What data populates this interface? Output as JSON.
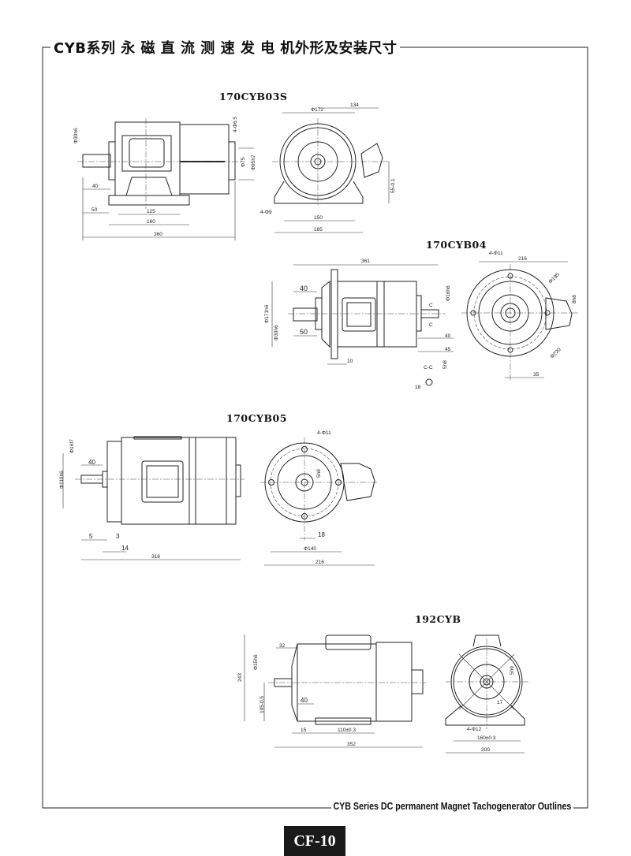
{
  "header": {
    "title": "CYB系列 永 磁 直 流 测 速 发 电 机外形及安装尺寸"
  },
  "footer": {
    "caption": "CYB Series DC permanent Magnet Tachogenerator Outlines",
    "page": "CF-10"
  },
  "drawings": [
    {
      "model": "170CYB03S",
      "dims": [
        "Φ30h6",
        "40",
        "50",
        "125",
        "160",
        "360",
        "4-Φ6.5",
        "Φ75",
        "Φ95h7",
        "Φ172",
        "134",
        "55-0.1",
        "4-Φ9",
        "150",
        "185"
      ]
    },
    {
      "model": "170CYB04",
      "dims": [
        "361",
        "40",
        "Φ171h6",
        "Φ30h6",
        "50",
        "10",
        "Φ16h6",
        "C",
        "C",
        "40",
        "45",
        "C-C",
        "5h8",
        "18",
        "4-Φ11",
        "216",
        "Φ195",
        "8h8",
        "Φ220",
        "35"
      ]
    },
    {
      "model": "170CYB05",
      "dims": [
        "Φ16f7",
        "40",
        "Φ110h6",
        "5",
        "3",
        "14",
        "318",
        "4-Φ11",
        "5h8",
        "18",
        "Φ140",
        "216"
      ]
    },
    {
      "model": "192CYB",
      "dims": [
        "243",
        "32",
        "Φ15h6",
        "105-0.5",
        "40",
        "15",
        "110±0.3",
        "352",
        "5h9",
        "17",
        "4-Φ12",
        "160±0.3",
        "200"
      ]
    }
  ]
}
